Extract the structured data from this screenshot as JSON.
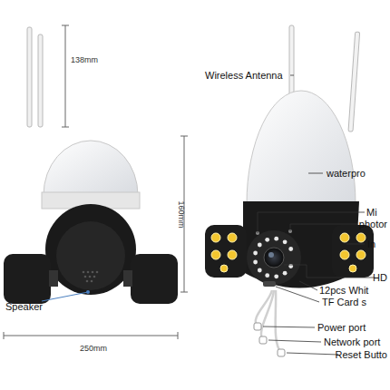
{
  "diagram": {
    "labels": [
      "138mm",
      "160mm",
      "Speaker",
      "250mm",
      "Wireless Antenna",
      "waterpro",
      "Mi",
      "photor",
      "In",
      "HD",
      "12pcs Whit",
      "TF Card s",
      "Power port",
      "Network port",
      "Reset Butto"
    ]
  }
}
